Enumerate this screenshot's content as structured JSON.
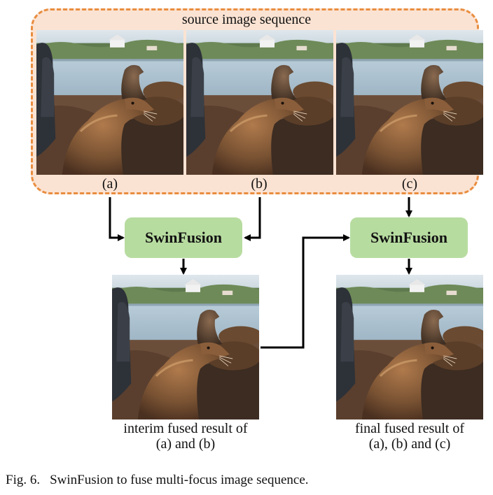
{
  "sequence": {
    "title": "source image sequence",
    "labels": [
      "(a)",
      "(b)",
      "(c)"
    ]
  },
  "fusion_blocks": [
    {
      "label": "SwinFusion"
    },
    {
      "label": "SwinFusion"
    }
  ],
  "results": {
    "interim": {
      "line1": "interim fused result of",
      "line2": "(a) and (b)"
    },
    "final": {
      "line1": "final fused result of",
      "line2": "(a), (b) and (c)"
    }
  },
  "figure": {
    "number": "Fig. 6.",
    "caption": "SwinFusion to fuse multi-focus image sequence."
  },
  "colors": {
    "sequence_fill": "#fbe3d3",
    "sequence_border": "#e98d3f",
    "block_fill": "#b7dca0",
    "arrow": "#000000"
  }
}
